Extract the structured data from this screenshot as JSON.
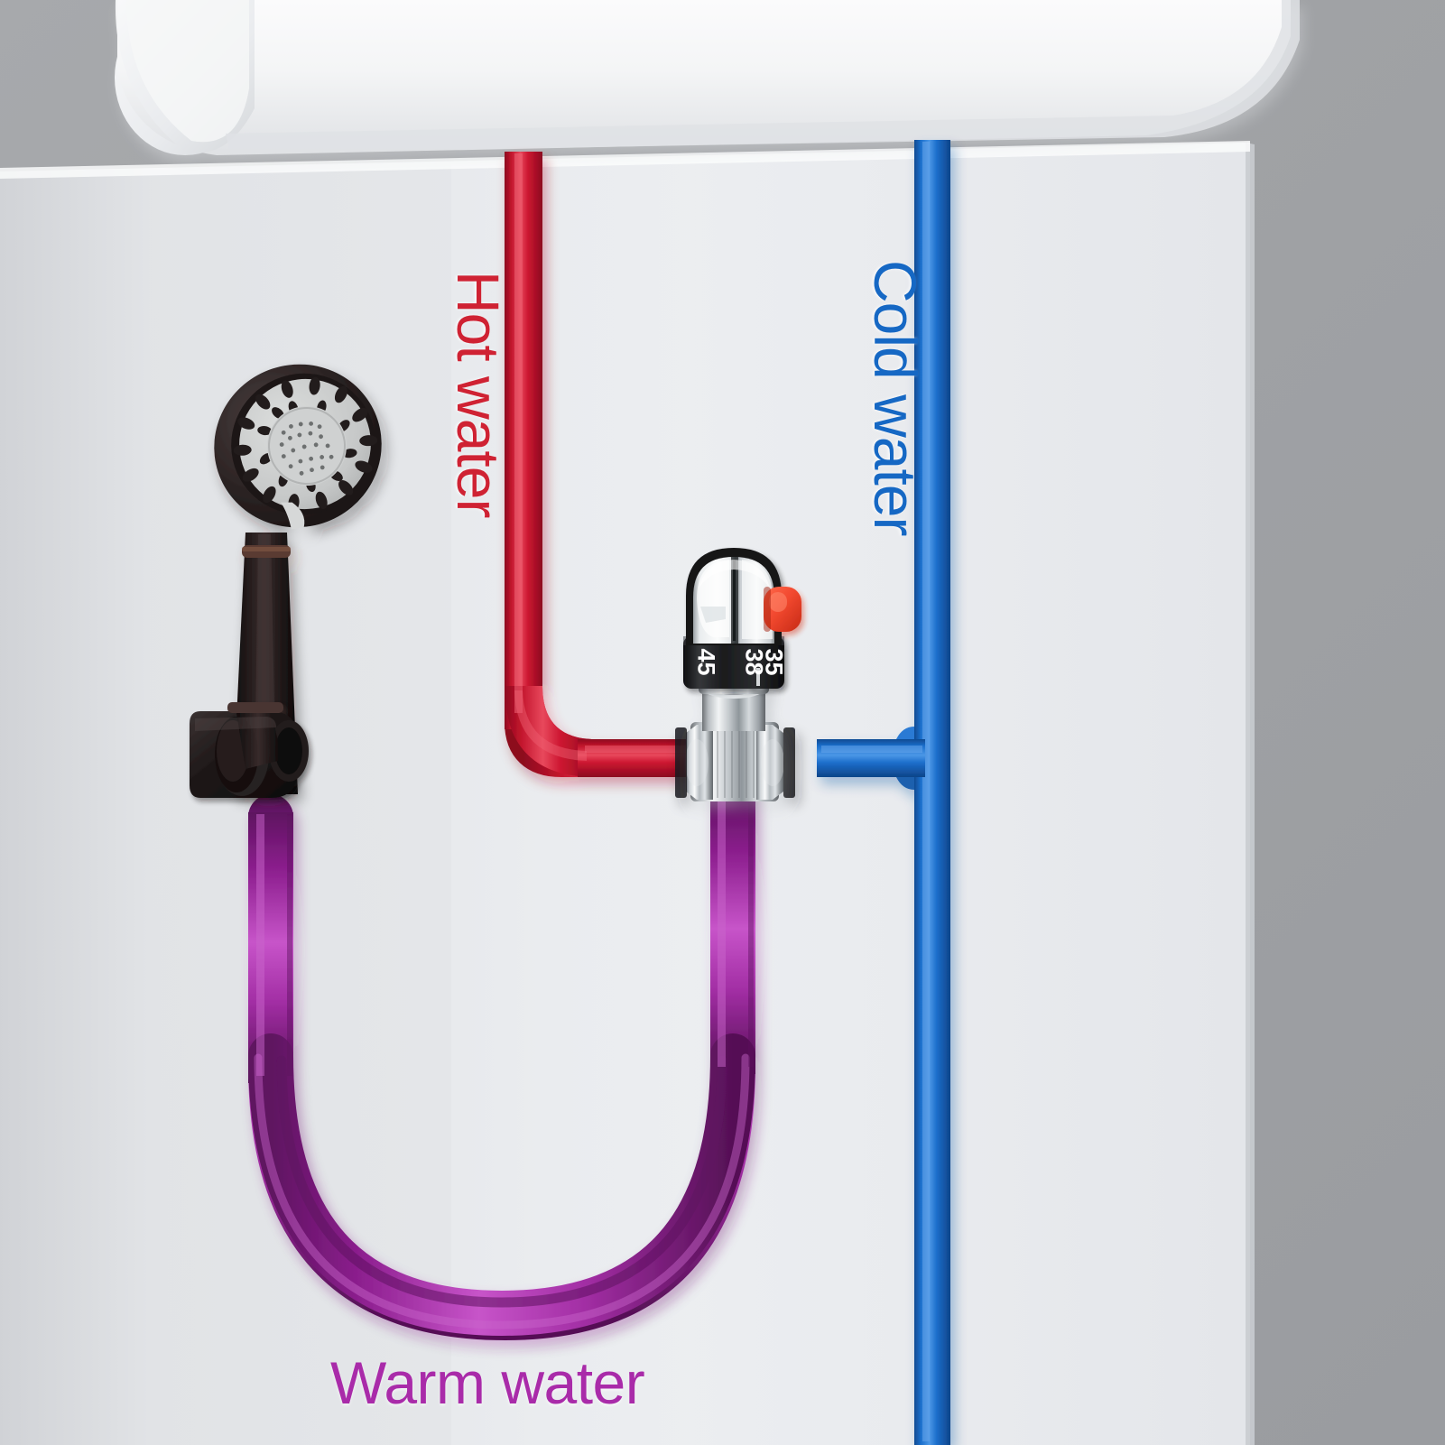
{
  "scene": {
    "title": "Thermostatic mixing valve plumbing diagram",
    "background_color": "#a0a2a5",
    "wall_panel_color": "#e9ebee"
  },
  "labels": {
    "hot": {
      "text": "Hot water",
      "color": "#cf2233"
    },
    "cold": {
      "text": "Cold water",
      "color": "#1668c4"
    },
    "warm": {
      "text": "Warm water",
      "color": "#a92ba9"
    }
  },
  "pipes": {
    "hot": {
      "name": "hot-water-pipe",
      "color": "#cc1530",
      "highlight": "#e8485c",
      "shadow": "#8d0b1f"
    },
    "cold": {
      "name": "cold-water-pipe",
      "color": "#1b6fcc",
      "highlight": "#4b97e6",
      "shadow": "#0f4a92"
    },
    "warm": {
      "name": "warm-water-hose",
      "color": "#a22ea4",
      "highlight": "#c754c9",
      "shadow": "#5e1260"
    }
  },
  "valve": {
    "name": "thermostatic-mixing-valve",
    "knob_color": "#d9dde0",
    "collar_color": "#1b1b1d",
    "safety_button": {
      "name": "red-safety-button",
      "color": "#f2492f"
    },
    "body_color": "#c8ccd0",
    "temperature_marks": [
      "45",
      "38",
      "35"
    ],
    "selected_temperature": "38"
  },
  "showerhead": {
    "name": "handheld-showerhead",
    "body_color": "#231c1c",
    "face_color": "#c9cbcb",
    "nozzle_color": "#2a2222",
    "bracket": {
      "name": "showerhead-bracket",
      "color": "#1e1a1a"
    }
  },
  "ceiling": {
    "name": "ceiling-cylinder",
    "color": "#f3f4f5"
  }
}
